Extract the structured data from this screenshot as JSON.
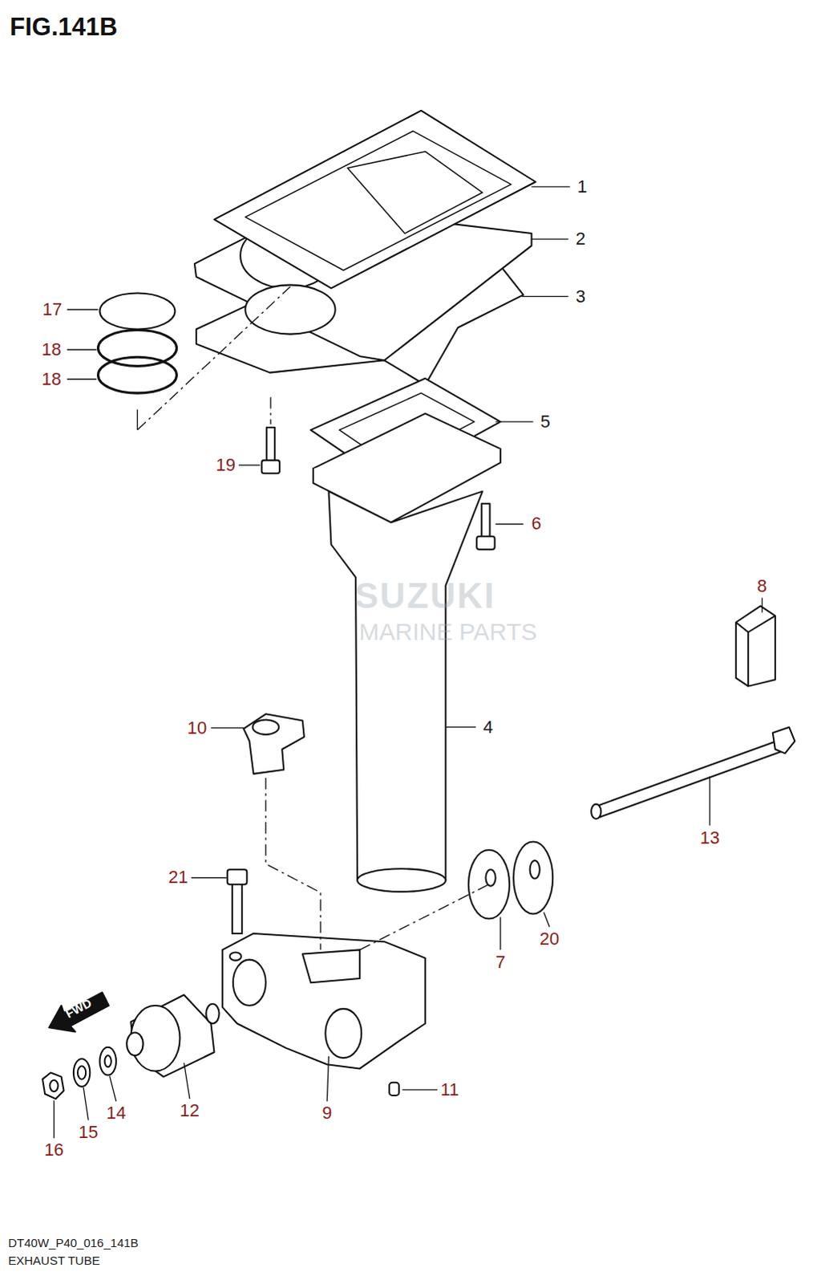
{
  "diagram": {
    "title": "FIG.141B",
    "caption": "EXHAUST TUBE",
    "labels": [
      "1",
      "2",
      "3",
      "17",
      "18",
      "18",
      "19",
      "5",
      "6",
      "8",
      "10",
      "4",
      "13",
      "21",
      "7",
      "20",
      "16",
      "15",
      "14",
      "12",
      "9",
      "11",
      "FWD",
      "SUZUKI",
      "MARINE PARTS",
      "DT40W_P40_016_141B"
    ]
  }
}
